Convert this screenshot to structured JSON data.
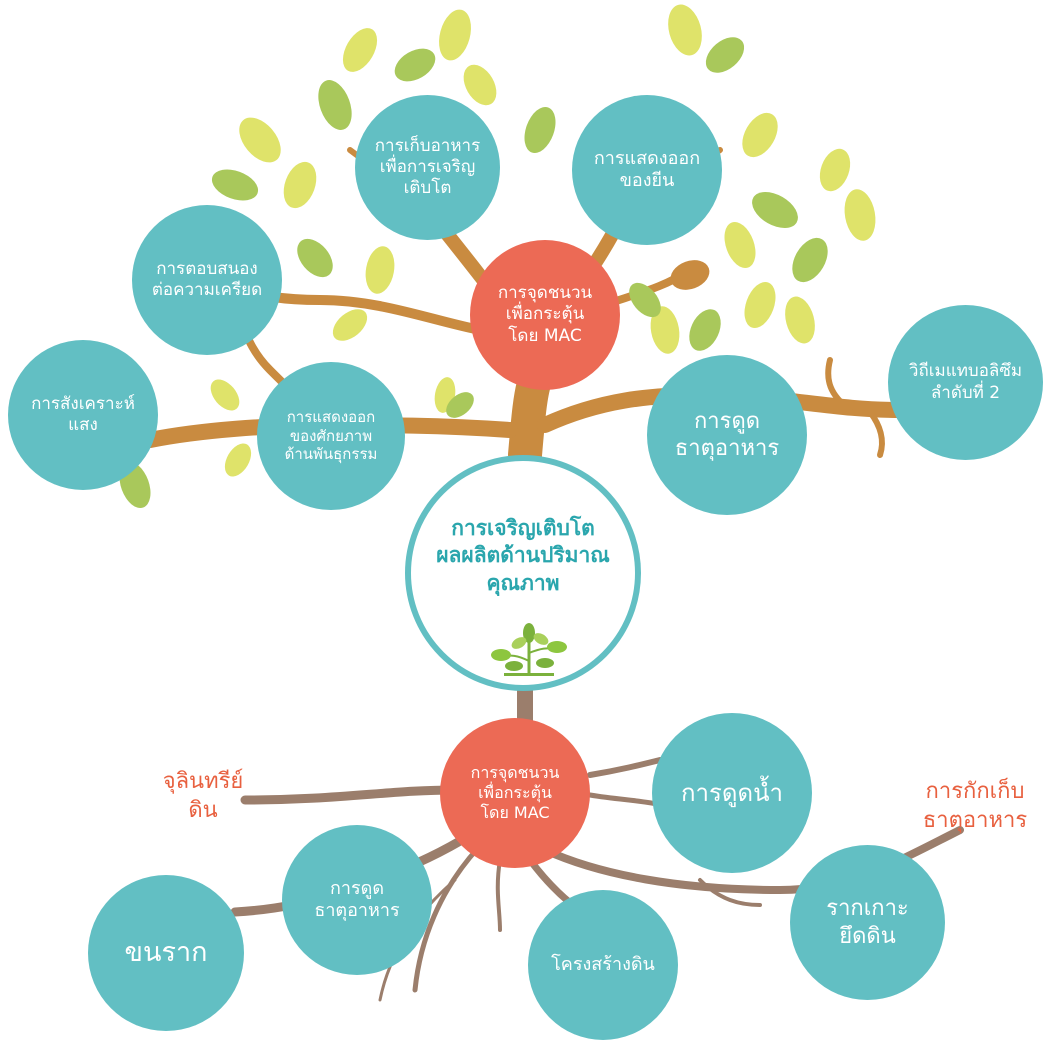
{
  "colors": {
    "teal": "#62bfc3",
    "red_node": "#ec6a55",
    "trunk": "#c98b40",
    "root": "#9b7e6c",
    "leaf_light": "#dfe36a",
    "leaf_green": "#a9c85b",
    "annotation": "#e8603f"
  },
  "center": {
    "label": "การเจริญเติบโต\nผลผลิตด้านปริมาณ\nคุณภาพ",
    "icon": "seedling-icon"
  },
  "top": {
    "mac": "การจุดชนวน\nเพื่อกระตุ้น\nโดย MAC",
    "food_storage": "การเก็บอาหาร\nเพื่อการเจริญ\nเติบโต",
    "gene_expression_top": "การแสดงออก\nของยีน",
    "stress_response": "การตอบสนอง\nต่อความเครียด",
    "photosynthesis": "การสังเคราะห์\nแสง",
    "genetic_expression": "การแสดงออก\nของศักยภาพ\nด้านพันธุกรรม",
    "nutrient_uptake": "การดูด\nธาตุอาหาร",
    "secondary_metabolism": "วิถีเมแทบอลิซึม\nลำดับที่ 2"
  },
  "bottom": {
    "mac": "การจุดชนวน\nเพื่อกระตุ้น\nโดย MAC",
    "water_uptake": "การดูดน้ำ",
    "nutrient_uptake": "การดูด\nธาตุอาหาร",
    "root_hair": "ขนราก",
    "soil_structure": "โครงสร้างดิน",
    "soil_anchor": "รากเกาะ\nยึดดิน",
    "soil_microbes": "จุลินทรีย์\nดิน",
    "nutrient_retention": "การกักเก็บ\nธาตุอาหาร"
  }
}
